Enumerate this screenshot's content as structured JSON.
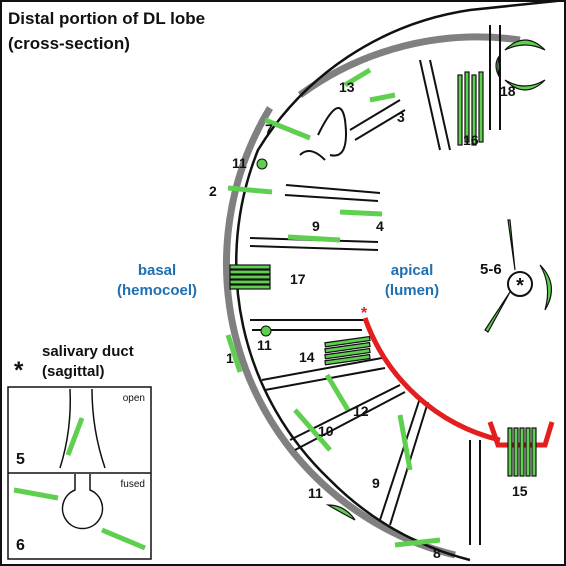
{
  "title_line1": "Distal portion of DL lobe",
  "title_line2": "(cross-section)",
  "basal_line1": "basal",
  "basal_line2": "(hemocoel)",
  "apical_line1": "apical",
  "apical_line2": "(lumen)",
  "duct_symbol": "*",
  "duct_line1": "salivary duct",
  "duct_line2": "(sagittal)",
  "inset_open": "open",
  "inset_fused": "fused",
  "inset_5": "5",
  "inset_6": "6",
  "lumen_label": "5-6",
  "red_star": "*",
  "labels": {
    "n1": "1",
    "n2": "2",
    "n3": "3",
    "n4": "4",
    "n7": "7",
    "n8": "8",
    "n9a": "9",
    "n9b": "9",
    "n10": "10",
    "n11a": "11",
    "n11b": "11",
    "n11c": "11",
    "n12": "12",
    "n13": "13",
    "n14": "14",
    "n15": "15",
    "n16": "16",
    "n17": "17",
    "n18": "18"
  },
  "colors": {
    "cell_fill": "#5fcf4f",
    "cell_edge": "#e040c0",
    "membrane": "#e41e1e",
    "basal_lamina": "#808080",
    "blue_text": "#1f6fb2"
  }
}
